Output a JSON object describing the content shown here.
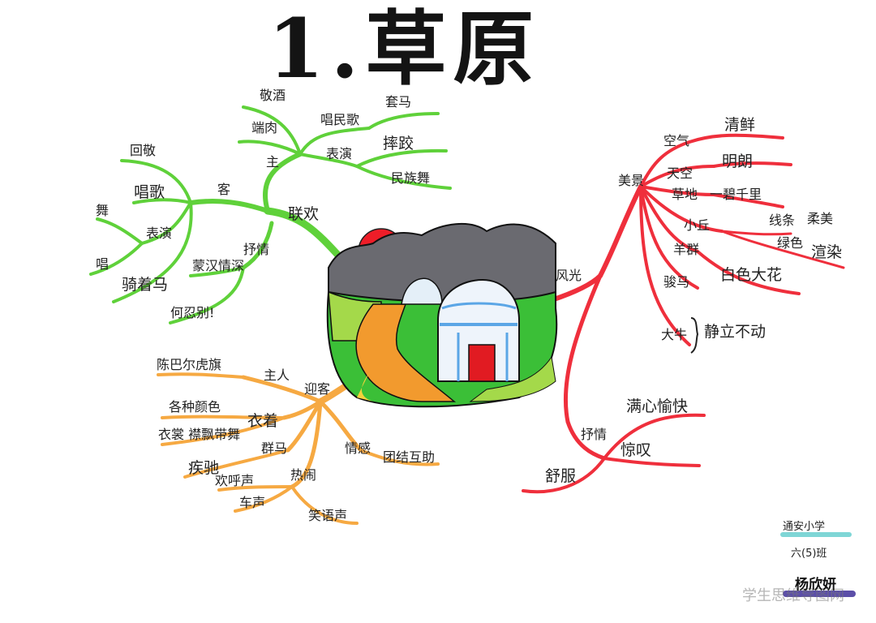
{
  "title": "1.草原",
  "school": "通安小学",
  "class": "六(5)班",
  "author": "杨欣妍",
  "watermark": "学生思维导图网",
  "colors": {
    "green": "#5fd13a",
    "red": "#ef2f3c",
    "orange": "#f6a942",
    "ink": "#141414"
  },
  "branches": {
    "green": {
      "main": "联欢",
      "zhu": "主",
      "ke": "客",
      "zhu_items": [
        "敬酒",
        "端肉",
        "唱民歌",
        "表演",
        "套马",
        "摔跤",
        "民族舞"
      ],
      "ke_items": [
        "回敬",
        "唱歌",
        "表演",
        "舞",
        "唱",
        "骑着马"
      ],
      "shuqing": "抒情",
      "shuqing_items": [
        "蒙汉情深",
        "何忍别!"
      ]
    },
    "red": {
      "main": "风光",
      "meijing": "美景",
      "meijing_items": [
        "空气",
        "清鲜",
        "天空",
        "明朗",
        "草地",
        "一碧千里",
        "小丘",
        "线条",
        "柔美",
        "绿色",
        "渲染",
        "羊群",
        "白色大花",
        "骏马",
        "大牛",
        "静立不动"
      ],
      "shuqing": "抒情",
      "shuqing_items": [
        "满心愉快",
        "惊叹",
        "舒服"
      ]
    },
    "orange": {
      "main": "迎客",
      "items": [
        "主人",
        "陈巴尔虎旗",
        "衣着",
        "各种颜色",
        "衣裳 襟飘带舞",
        "群马",
        "疾驰",
        "欢呼声",
        "热闹",
        "车声",
        "笑语声",
        "情感",
        "团结互助"
      ]
    }
  }
}
